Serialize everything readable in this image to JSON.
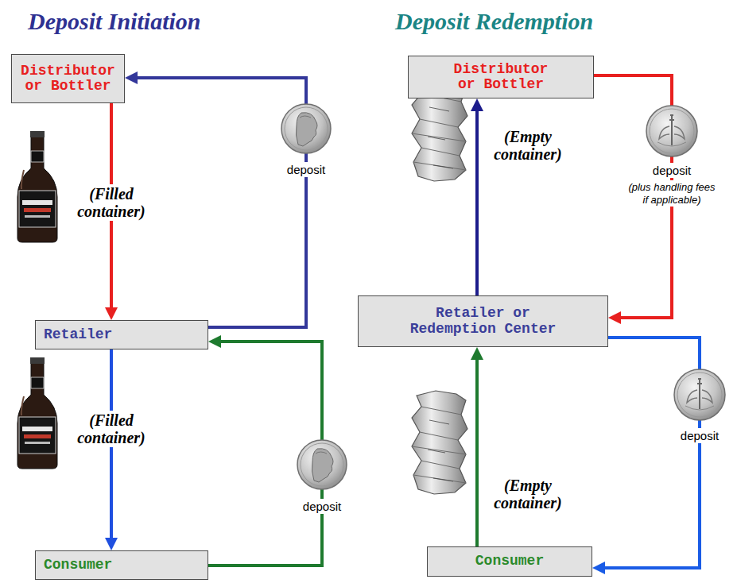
{
  "diagram": {
    "nodes": [
      {
        "text": [
          "Distributor or Bottler"
        ]
      },
      {
        "text": [
          "Retailer"
        ]
      },
      {
        "text": [
          "Consumer"
        ]
      },
      {
        "text": [
          "Distributor or Bottler"
        ]
      },
      {
        "text": [
          "Retailer or Redemption Center"
        ]
      },
      {
        "text": [
          "Consumer"
        ]
      }
    ],
    "edges": [
      {
        "from": 0,
        "to": 1,
        "arrow": "to",
        "label": "(Filled container)"
      },
      {
        "from": 1,
        "to": 0,
        "arrow": "to",
        "label": "deposit"
      },
      {
        "from": 1,
        "to": 2,
        "arrow": "to",
        "label": "(Filled container)"
      },
      {
        "from": 2,
        "to": 1,
        "arrow": "to",
        "label": "deposit"
      },
      {
        "from": 3,
        "to": 4,
        "arrow": "to",
        "label": "deposit"
      },
      {
        "from": 4,
        "to": 3,
        "arrow": "to",
        "label": "(Empty container)"
      },
      {
        "from": 4,
        "to": 5,
        "arrow": "to",
        "label": "deposit"
      },
      {
        "from": 5,
        "to": 4,
        "arrow": "to",
        "label": "(Empty container)"
      }
    ],
    "labels": [
      "Deposit Initiation",
      "Deposit Redemption",
      "(plus handling fees if applicable)"
    ]
  }
}
